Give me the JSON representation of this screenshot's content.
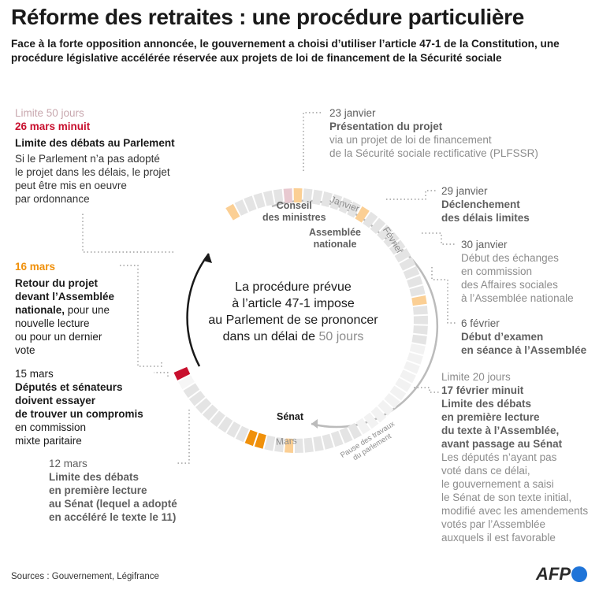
{
  "title": "Réforme des retraites : une procédure particulière",
  "subtitle": "Face à la forte opposition annoncée, le gouvernement a choisi d’utiliser l’article 47-1 de la Constitution, une procédure législative accélérée réservée aux projets de loi de financement de la Sécurité sociale",
  "center": {
    "line1": "La procédure prévue",
    "line2": "à l’article 47-1 impose",
    "line3": "au Parlement de se prononcer",
    "line4a": "dans un délai de ",
    "line4b": "50 jours"
  },
  "ring_labels": {
    "conseil1": "Conseil",
    "conseil2": "des ministres",
    "janvier": "Janvier",
    "fevrier": "Février",
    "assemblee1": "Assemblée",
    "assemblee2": "nationale",
    "senat": "Sénat",
    "mars": "Mars",
    "pause1": "Pause des travaux",
    "pause2": "du parlement"
  },
  "events": {
    "e23jan": {
      "date": "23 janvier",
      "head": "Présentation du projet",
      "body1": "via un projet de loi de financement",
      "body2": "de la Sécurité sociale rectificative (PLFSSR)"
    },
    "e29jan": {
      "date": "29 janvier",
      "head1": "Déclenchement",
      "head2": "des délais limites"
    },
    "e30jan": {
      "date": "30 janvier",
      "body1": "Début des échanges",
      "body2": "en commission",
      "body3": "des  Affaires sociales",
      "body4": "à l’Assemblée nationale"
    },
    "e6fev": {
      "date": "6 février",
      "head1": "Début d’examen",
      "head2": "en séance à l’Assemblée"
    },
    "e17fev": {
      "limit": "Limite 20 jours",
      "date": "17 février minuit",
      "head1": "Limite des débats",
      "head2": "en première lecture",
      "head3": "du texte à l’Assemblée,",
      "head4": "avant passage au Sénat",
      "body1": "Les députés n’ayant pas",
      "body2": "voté dans ce délai,",
      "body3": "le gouvernement a saisi",
      "body4": "le Sénat de son texte initial,",
      "body5": "modifié avec les amendements",
      "body6": "votés par l’Assemblée",
      "body7": "auxquels il est favorable"
    },
    "e12mar": {
      "date": "12 mars",
      "head1": "Limite des débats",
      "head2": "en première lecture",
      "head3": "au Sénat (lequel a adopté",
      "head4": "en accéléré le texte le 11)"
    },
    "e15mar": {
      "date": "15 mars",
      "head1": "Députés et sénateurs",
      "head2": "doivent essayer",
      "head3": "de trouver un compromis",
      "body1": "en commission",
      "body2": "mixte paritaire"
    },
    "e16mar": {
      "date": "16 mars",
      "head1": "Retour du projet",
      "head2": "devant l’Assemblée",
      "head3": "nationale,",
      "body3": " pour une",
      "body4": "nouvelle lecture",
      "body5": "ou pour un dernier",
      "body6": "vote"
    },
    "e26mar": {
      "limit": "Limite 50 jours",
      "date": "26 mars minuit",
      "head": "Limite des débats au Parlement",
      "body1": "Si le Parlement n’a pas adopté",
      "body2": "le projet dans les délais, le projet",
      "body3": "peut être mis en oeuvre",
      "body4": "par ordonnance"
    }
  },
  "colors": {
    "light_orange": "#fbcf94",
    "orange": "#f0900a",
    "red": "#c8102e",
    "pink": "#e8c9d0",
    "segment": "#e4e4e4",
    "pause": "#f2f2f2"
  },
  "footer": {
    "sources": "Sources : Gouvernement, Légifrance",
    "logo": "AFP"
  }
}
